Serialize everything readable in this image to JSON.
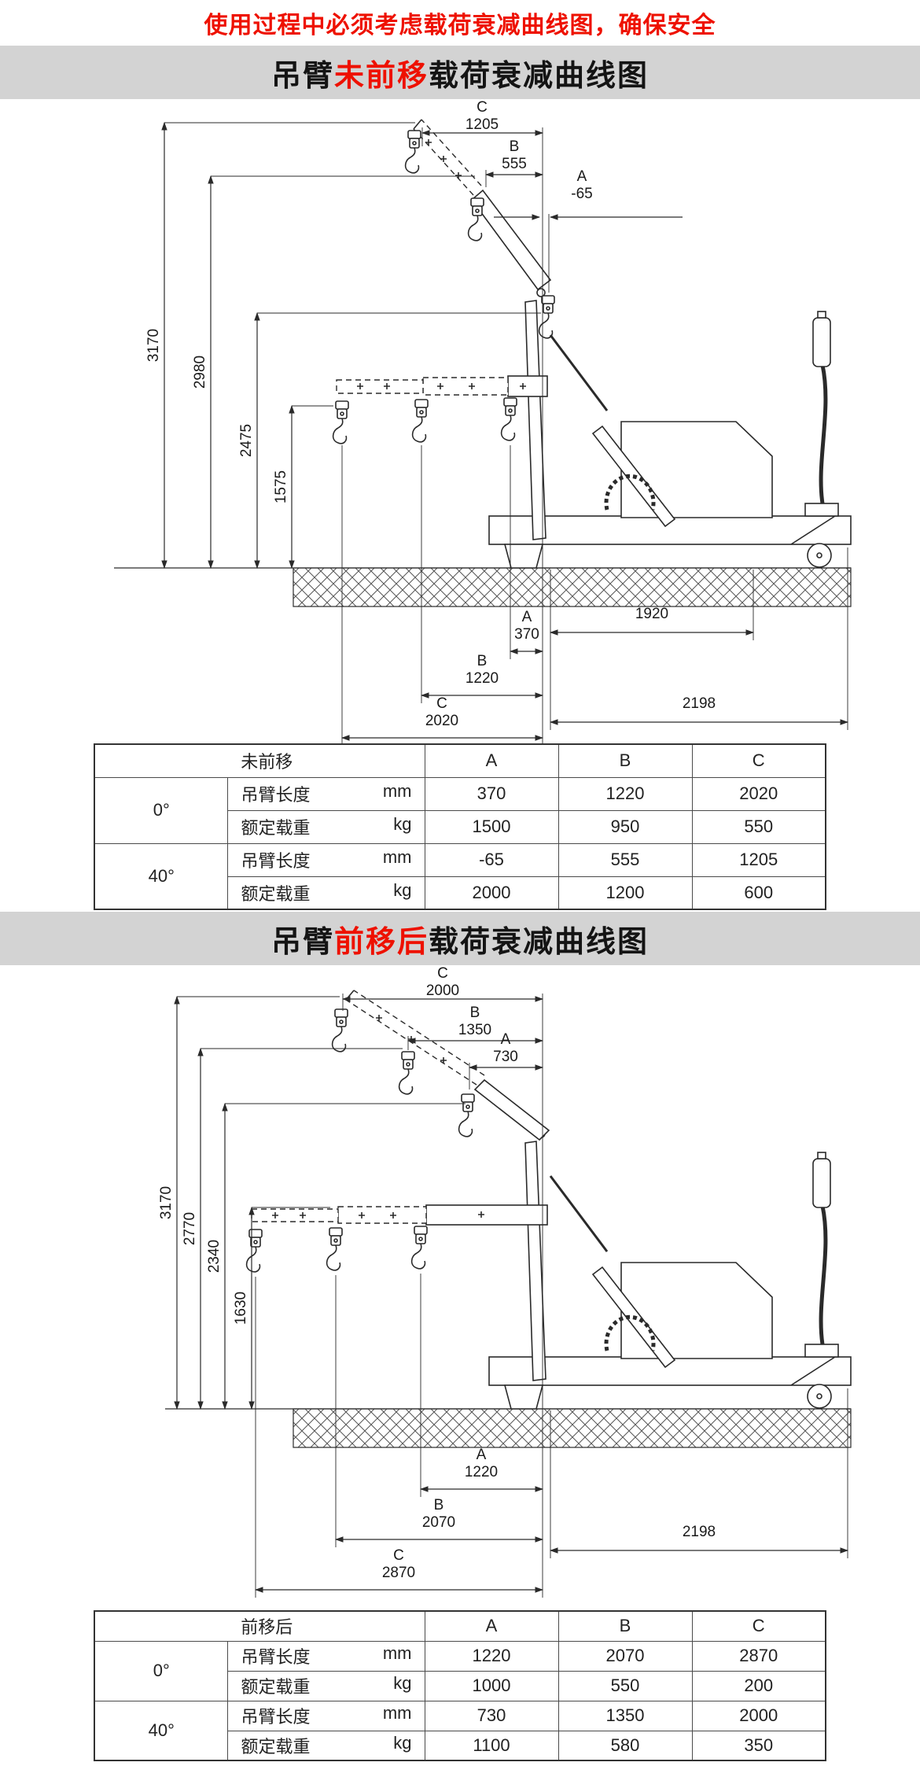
{
  "header": {
    "warning": "使用过程中必须考虑载荷衰减曲线图，确保安全"
  },
  "banner1": {
    "prefix": "吊臂",
    "highlight": "未前移",
    "suffix": "载荷衰减曲线图"
  },
  "banner2": {
    "prefix": "吊臂",
    "highlight": "前移后",
    "suffix": "载荷衰减曲线图"
  },
  "colors": {
    "accent_red": "#ee1100",
    "banner_bg": "#d3d3d3",
    "line": "#2a2a2a"
  },
  "diagram1": {
    "top_dims": [
      {
        "label": "C",
        "value": "1205"
      },
      {
        "label": "B",
        "value": "555"
      },
      {
        "label": "A",
        "value": "-65"
      }
    ],
    "height_dims": [
      "3170",
      "2980",
      "2475",
      "1575"
    ],
    "bottom_dims": [
      {
        "label": "A",
        "value": "370"
      },
      {
        "label": "B",
        "value": "1220"
      },
      {
        "label": "C",
        "value": "2020"
      }
    ],
    "right_dims": [
      "1920",
      "2198"
    ]
  },
  "diagram2": {
    "top_dims": [
      {
        "label": "C",
        "value": "2000"
      },
      {
        "label": "B",
        "value": "1350"
      },
      {
        "label": "A",
        "value": "730"
      }
    ],
    "height_dims": [
      "3170",
      "2770",
      "2340",
      "1630"
    ],
    "bottom_dims": [
      {
        "label": "A",
        "value": "1220"
      },
      {
        "label": "B",
        "value": "2070"
      },
      {
        "label": "C",
        "value": "2870"
      }
    ],
    "right_dims": [
      "2198"
    ]
  },
  "table1": {
    "corner": "未前移",
    "col_a": "A",
    "col_b": "B",
    "col_c": "C",
    "r1": {
      "angle": "0°",
      "label": "吊臂长度",
      "unit": "mm",
      "a": "370",
      "b": "1220",
      "c": "2020"
    },
    "r2": {
      "label": "额定载重",
      "unit": "kg",
      "a": "1500",
      "b": "950",
      "c": "550"
    },
    "r3": {
      "angle": "40°",
      "label": "吊臂长度",
      "unit": "mm",
      "a": "-65",
      "b": "555",
      "c": "1205"
    },
    "r4": {
      "label": "额定载重",
      "unit": "kg",
      "a": "2000",
      "b": "1200",
      "c": "600"
    }
  },
  "table2": {
    "corner": "前移后",
    "col_a": "A",
    "col_b": "B",
    "col_c": "C",
    "r1": {
      "angle": "0°",
      "label": "吊臂长度",
      "unit": "mm",
      "a": "1220",
      "b": "2070",
      "c": "2870"
    },
    "r2": {
      "label": "额定载重",
      "unit": "kg",
      "a": "1000",
      "b": "550",
      "c": "200"
    },
    "r3": {
      "angle": "40°",
      "label": "吊臂长度",
      "unit": "mm",
      "a": "730",
      "b": "1350",
      "c": "2000"
    },
    "r4": {
      "label": "额定载重",
      "unit": "kg",
      "a": "1100",
      "b": "580",
      "c": "350"
    }
  }
}
